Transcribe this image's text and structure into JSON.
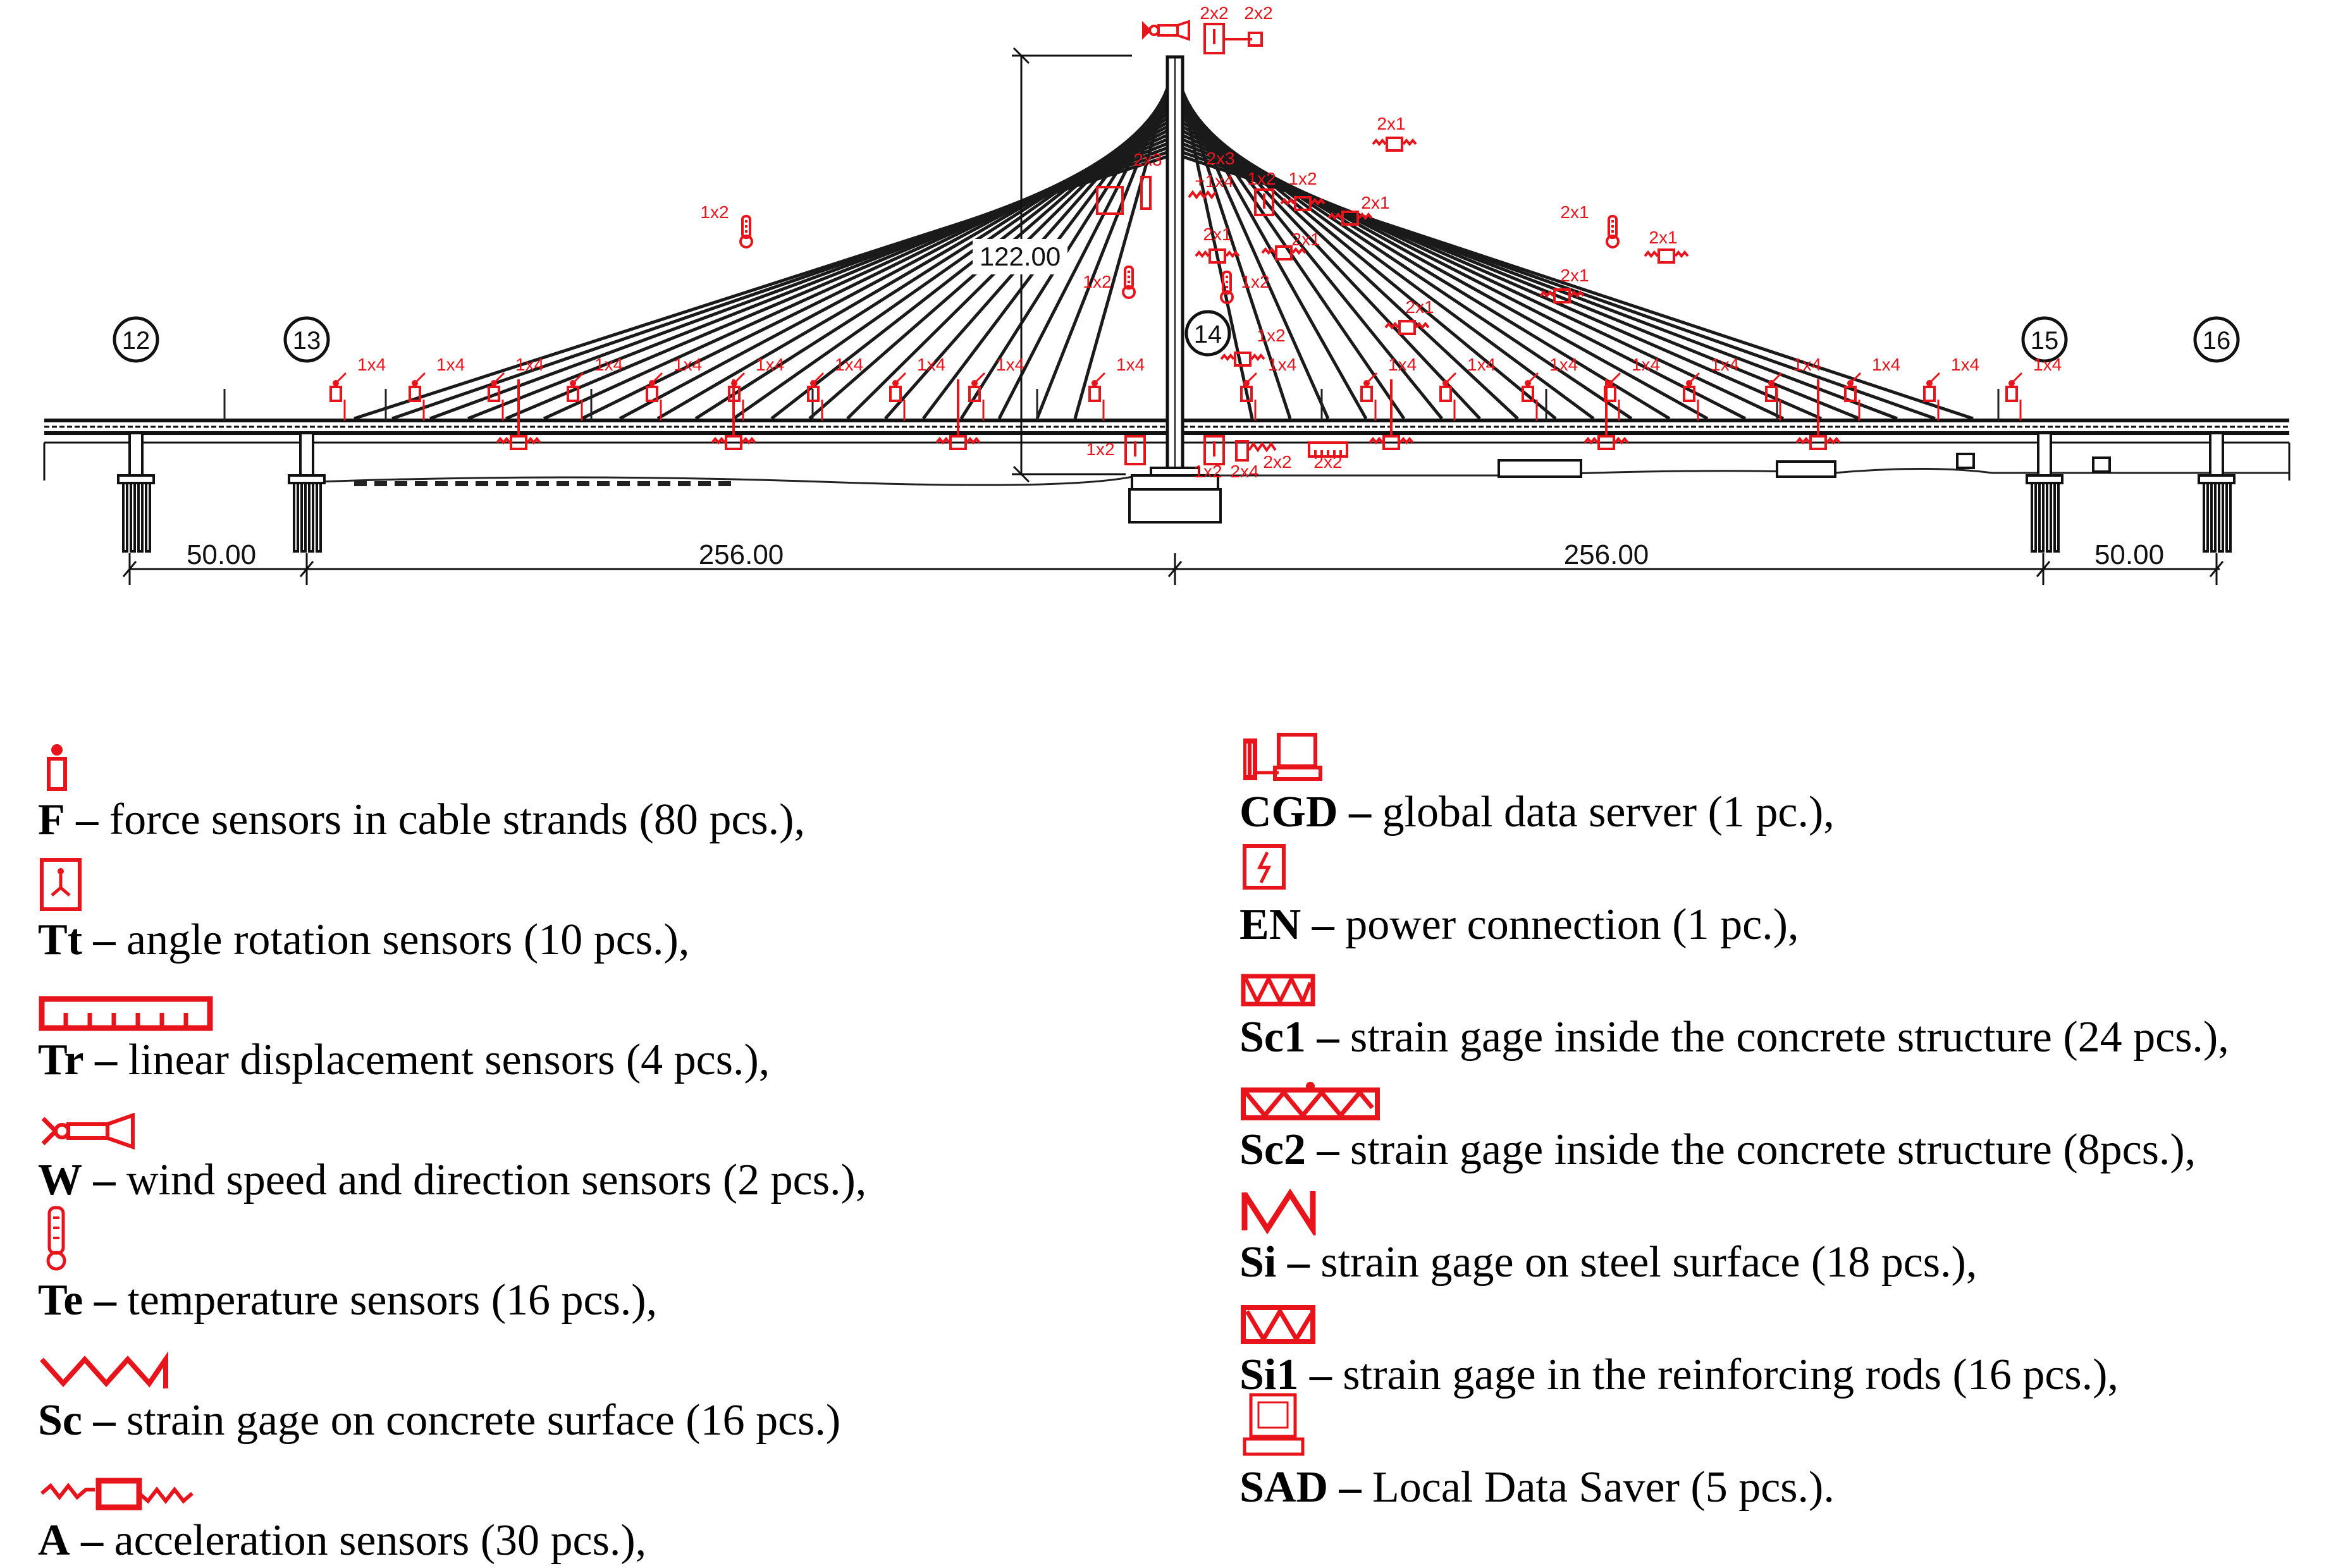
{
  "diagram": {
    "axis_labels": [
      "12",
      "13",
      "14",
      "15",
      "16"
    ],
    "height_label": "122.00",
    "spans": [
      "50.00",
      "256.00",
      "256.00",
      "50.00"
    ],
    "sensor_red": "#e8141c",
    "deck_sensor_tags": [
      "1x4",
      "1x4",
      "1x4",
      "1x4",
      "1x4",
      "1x4",
      "1x4",
      "1x4",
      "1x4",
      "1x4",
      "1x4",
      "1x4",
      "1x4",
      "1x4",
      "1x4",
      "1x4",
      "1x4",
      "1x4",
      "1x4",
      "1x4"
    ],
    "misc_tags": {
      "top_a": "2x2",
      "top_b": "2x2",
      "t1": "2x1",
      "t2": "2x3",
      "t3": "2x3",
      "t4": "+1x4",
      "t5": "1x2",
      "t6": "1x2",
      "t7": "2x1",
      "t8": "2x1",
      "t9": "2x1",
      "t10": "1x2",
      "t11": "1x2",
      "t12": "1x2",
      "t13": "2x1",
      "t14": "2x1",
      "t15": "2x1",
      "t16": "1x2",
      "t17": "2x1",
      "b1": "1x2",
      "b2": "1x2",
      "b3": "2x4",
      "b4": "2x2",
      "b5": "2x2"
    }
  },
  "legend": {
    "left": [
      {
        "icon": "force-sensor-icon",
        "code": "F",
        "dash": "–",
        "desc": "force sensors in cable strands (80 pcs.),"
      },
      {
        "icon": "angle-rotation-sensor-icon",
        "code": "Tt",
        "dash": "–",
        "desc": "angle rotation sensors (10 pcs.),"
      },
      {
        "icon": "linear-displacement-sensor-icon",
        "code": "Tr",
        "dash": "–",
        "desc": "linear displacement sensors (4 pcs.),"
      },
      {
        "icon": "wind-sensor-icon",
        "code": "W",
        "dash": "–",
        "desc": "wind speed and direction sensors (2 pcs.),"
      },
      {
        "icon": "thermometer-icon",
        "code": "Te",
        "dash": "–",
        "desc": "temperature sensors (16 pcs.),"
      },
      {
        "icon": "surface-strain-gage-icon",
        "code": "Sc",
        "dash": "–",
        "desc": "strain gage on concrete surface (16 pcs.)"
      },
      {
        "icon": "accelerometer-icon",
        "code": "A",
        "dash": "–",
        "desc": "acceleration sensors (30 pcs.),"
      }
    ],
    "right": [
      {
        "icon": "global-server-icon",
        "code": "CGD",
        "dash": "–",
        "desc": "global data server (1 pc.),"
      },
      {
        "icon": "power-icon",
        "code": "EN",
        "dash": "–",
        "desc": "power connection (1 pc.),"
      },
      {
        "icon": "strain-gage-concrete-icon",
        "code": "Sc1",
        "dash": "–",
        "desc": "strain gage inside the concrete structure (24 pcs.),"
      },
      {
        "icon": "strain-gage-concrete-2-icon",
        "code": "Sc2",
        "dash": "–",
        "desc": "strain gage inside the concrete structure (8pcs.),"
      },
      {
        "icon": "steel-strain-gage-icon",
        "code": "Si",
        "dash": "–",
        "desc": "strain gage on steel surface (18 pcs.),"
      },
      {
        "icon": "rebar-strain-gage-icon",
        "code": "Si1",
        "dash": "–",
        "desc": "strain gage in the reinforcing rods (16 pcs.),"
      },
      {
        "icon": "local-saver-icon",
        "code": "SAD",
        "dash": "–",
        "desc": "Local Data Saver (5 pcs.)."
      }
    ]
  }
}
